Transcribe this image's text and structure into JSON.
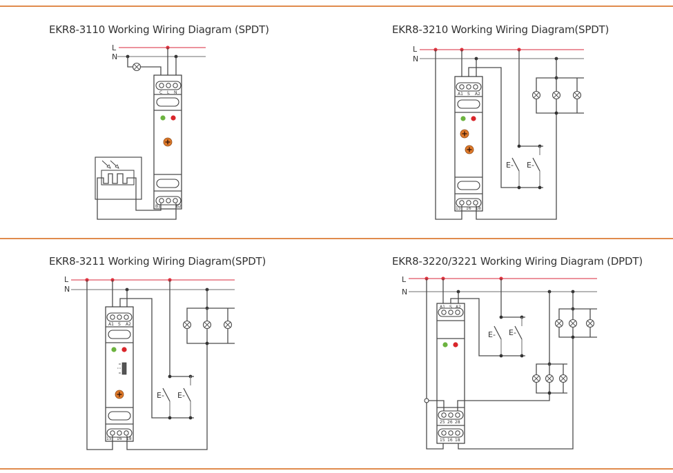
{
  "page": {
    "colors": {
      "accent_rule": "#e08a4c",
      "live_line": "#e05060",
      "neutral_line": "#7a7a7a",
      "led_green": "#6cb33f",
      "led_red": "#d9262b",
      "knob": "#e07a2a"
    }
  },
  "diagrams": [
    {
      "title": "EKR8-3110 Working Wiring Diagram (SPDT)",
      "line_labels": [
        "L",
        "N"
      ],
      "top_terminals": [
        "C",
        "L",
        "N"
      ],
      "bottom_terminals": [
        "B1",
        "B2"
      ],
      "components": [
        "relay-module",
        "lamp",
        "photocell-sensor"
      ]
    },
    {
      "title": "EKR8-3210 Working Wiring Diagram(SPDT)",
      "line_labels": [
        "L",
        "N"
      ],
      "top_terminals": [
        "A1",
        "S",
        "A2"
      ],
      "bottom_terminals": [
        "15",
        "16",
        "18"
      ],
      "switch_labels": [
        "E-",
        "E-"
      ],
      "components": [
        "relay-module",
        "push-button-switch",
        "lamp-group"
      ]
    },
    {
      "title": "EKR8-3211 Working Wiring Diagram(SPDT)",
      "line_labels": [
        "L",
        "N"
      ],
      "top_terminals": [
        "A1",
        "S",
        "A2"
      ],
      "bottom_terminals": [
        "15",
        "16",
        "18"
      ],
      "switch_labels": [
        "E-",
        "E-"
      ],
      "components": [
        "relay-module",
        "push-button-switch",
        "lamp-group"
      ]
    },
    {
      "title": "EKR8-3220/3221 Working Wiring Diagram (DPDT)",
      "line_labels": [
        "L",
        "N"
      ],
      "top_terminals": [
        "A1",
        "S",
        "A2"
      ],
      "middle_terminals": [
        "25",
        "26",
        "28"
      ],
      "bottom_terminals": [
        "15",
        "16",
        "18"
      ],
      "switch_labels": [
        "E-",
        "E-"
      ],
      "components": [
        "relay-module",
        "push-button-switch",
        "lamp-group",
        "lamp-group"
      ]
    }
  ]
}
